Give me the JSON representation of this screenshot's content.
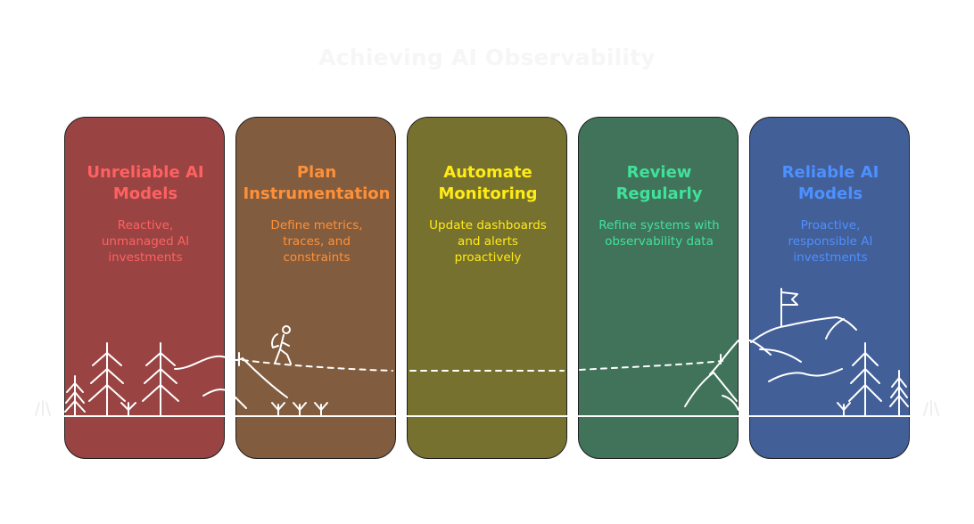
{
  "title": "Achieving AI Observability",
  "colors": {
    "title": "#f6f6f6",
    "line_art": "#ffffff",
    "card_border": "#1f1f1f"
  },
  "stages": [
    {
      "heading": "Unreliable AI\nModels",
      "description": "Reactive,\nunmanaged AI\ninvestments",
      "fill": "#994343",
      "accent": "#ff6161"
    },
    {
      "heading": "Plan\nInstrumentation",
      "description": "Define metrics,\ntraces, and\nconstraints",
      "fill": "#825c3e",
      "accent": "#ff9038"
    },
    {
      "heading": "Automate\nMonitoring",
      "description": "Update dashboards\nand alerts\nproactively",
      "fill": "#76712f",
      "accent": "#ffeb15"
    },
    {
      "heading": "Review\nRegularly",
      "description": "Refine systems with\nobservability data",
      "fill": "#41735b",
      "accent": "#41e19b"
    },
    {
      "heading": "Reliable AI\nModels",
      "description": "Proactive,\nresponsible AI\ninvestments",
      "fill": "#425f98",
      "accent": "#4d90ff"
    }
  ]
}
